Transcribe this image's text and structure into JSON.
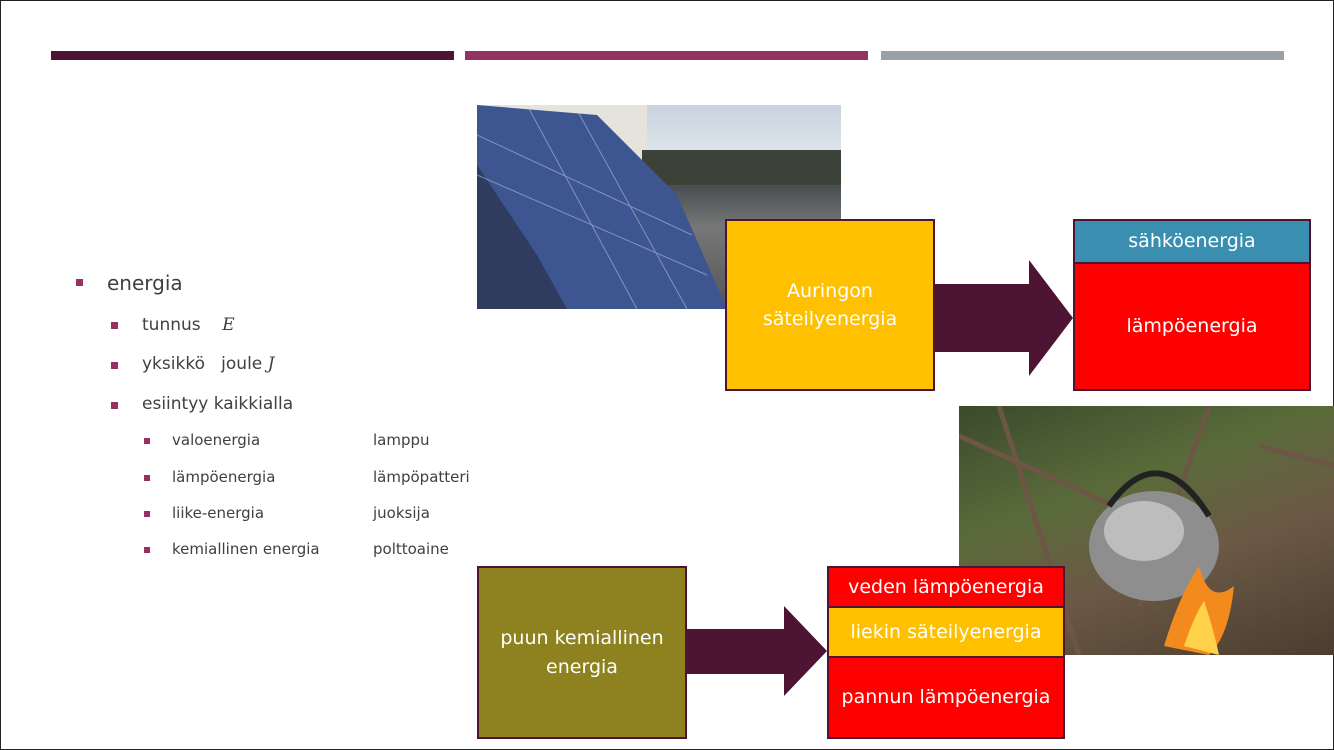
{
  "colors": {
    "bar1": "#4d1434",
    "bar2": "#953264",
    "bar3": "#98a0a8",
    "yellow": "#ffc000",
    "red": "#ff0000",
    "blue": "#3a8fb0",
    "olive": "#8d821f",
    "arrow": "#4d1434"
  },
  "bullets": {
    "main": "energia",
    "symbol_label": "tunnus",
    "symbol": "E",
    "unit_label": "yksikkö   joule",
    "unit": "J",
    "occurs": "esiintyy kaikkialla",
    "examples": [
      {
        "type": "valoenergia",
        "example": "lamppu"
      },
      {
        "type": "lämpöenergia",
        "example": "lämpöpatteri"
      },
      {
        "type": "liike-energia",
        "example": "juoksija"
      },
      {
        "type": "kemiallinen energia",
        "example": "polttoaine"
      }
    ]
  },
  "diagram1": {
    "source": "Auringon säteilyenergia",
    "outputs": [
      "sähköenergia",
      "lämpöenergia"
    ]
  },
  "diagram2": {
    "source": "puun kemiallinen energia",
    "outputs": [
      "veden lämpöenergia",
      "liekin säteilyenergia",
      "pannun lämpöenergia"
    ]
  }
}
